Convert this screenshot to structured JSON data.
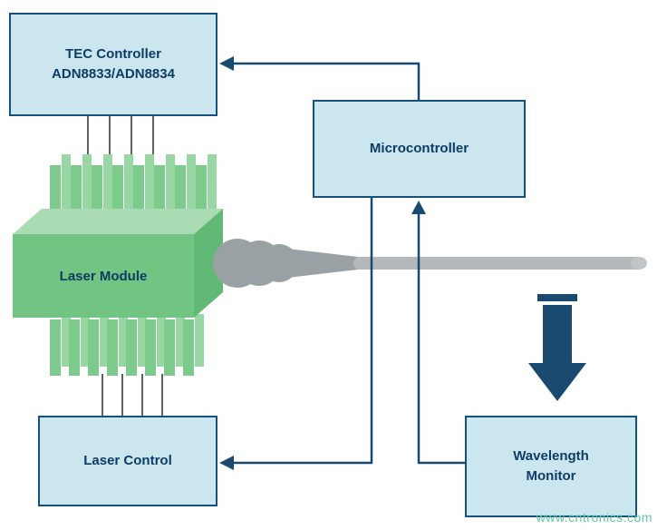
{
  "diagram": {
    "boxes": {
      "tec_controller": {
        "line1": "TEC Controller",
        "line2": "ADN8833/ADN8834"
      },
      "microcontroller": {
        "label": "Microcontroller"
      },
      "laser_module": {
        "label": "Laser Module"
      },
      "laser_control": {
        "label": "Laser Control"
      },
      "wavelength_monitor": {
        "line1": "Wavelength",
        "line2": "Monitor"
      }
    },
    "connections": [
      {
        "from": "Microcontroller",
        "to": "TEC Controller"
      },
      {
        "from": "Microcontroller",
        "to": "Laser Control"
      },
      {
        "from": "Wavelength Monitor",
        "to": "Microcontroller"
      },
      {
        "from": "Fiber output",
        "to": "Wavelength Monitor"
      }
    ],
    "colors": {
      "box_fill": "#cce6f0",
      "box_border": "#14517d",
      "text_navy": "#0d3c64",
      "arrow_navy": "#1a4a70",
      "module_green_front": "#72c482",
      "module_green_top": "#a9dcb2",
      "module_green_side": "#62b975",
      "pin_green": "#7ccb8c",
      "fiber_gray": "#9aa1a5",
      "rod_gray": "#b5b8ba",
      "watermark_green": "#5ec9a4"
    }
  },
  "watermark": {
    "text": "www.cntronics.com"
  }
}
